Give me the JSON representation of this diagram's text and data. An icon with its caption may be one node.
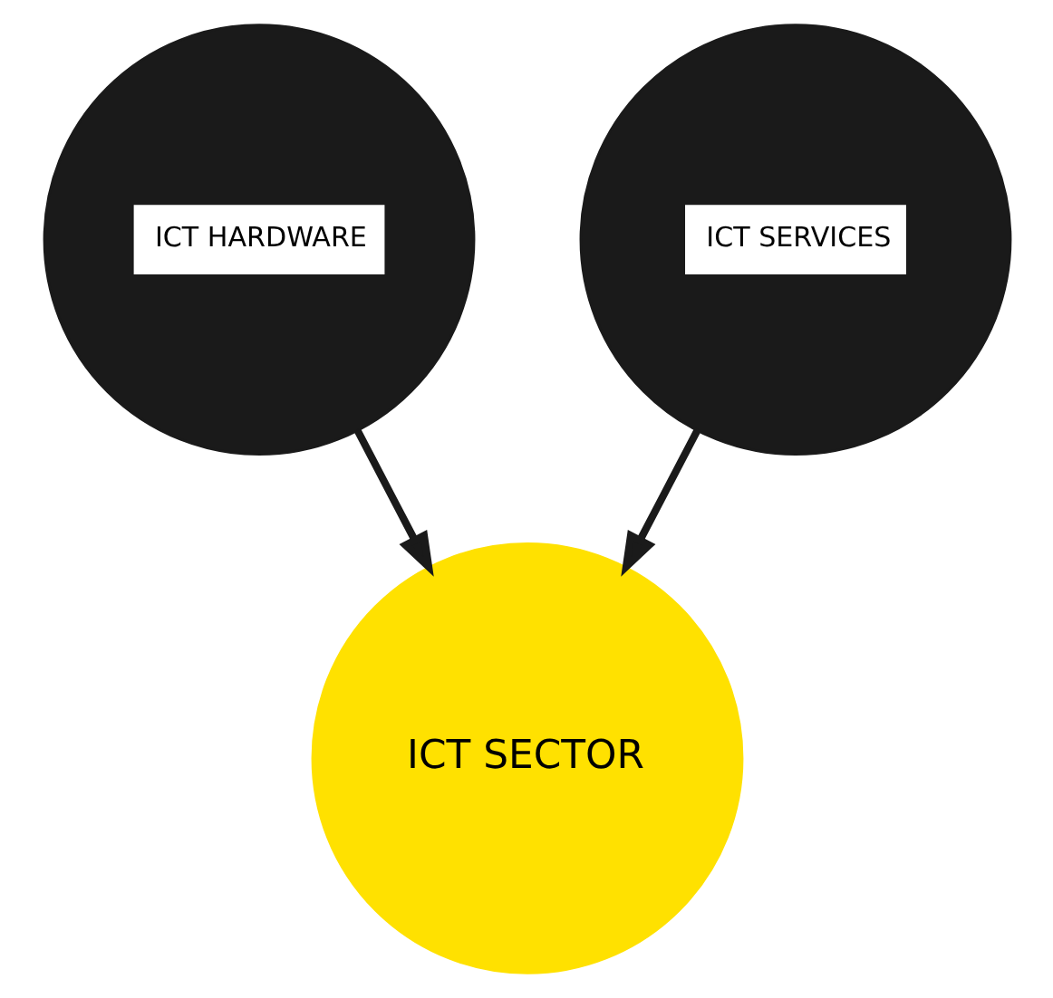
{
  "diagram": {
    "nodes": [
      {
        "text": [
          "ICT HARDWARE"
        ]
      },
      {
        "text": [
          "ICT SERVICES"
        ]
      },
      {
        "text": [
          "ICT SECTOR"
        ]
      }
    ],
    "edges": [
      {
        "from": 0,
        "to": 2,
        "arrow": "to"
      },
      {
        "from": 1,
        "to": 2,
        "arrow": "to"
      }
    ]
  }
}
